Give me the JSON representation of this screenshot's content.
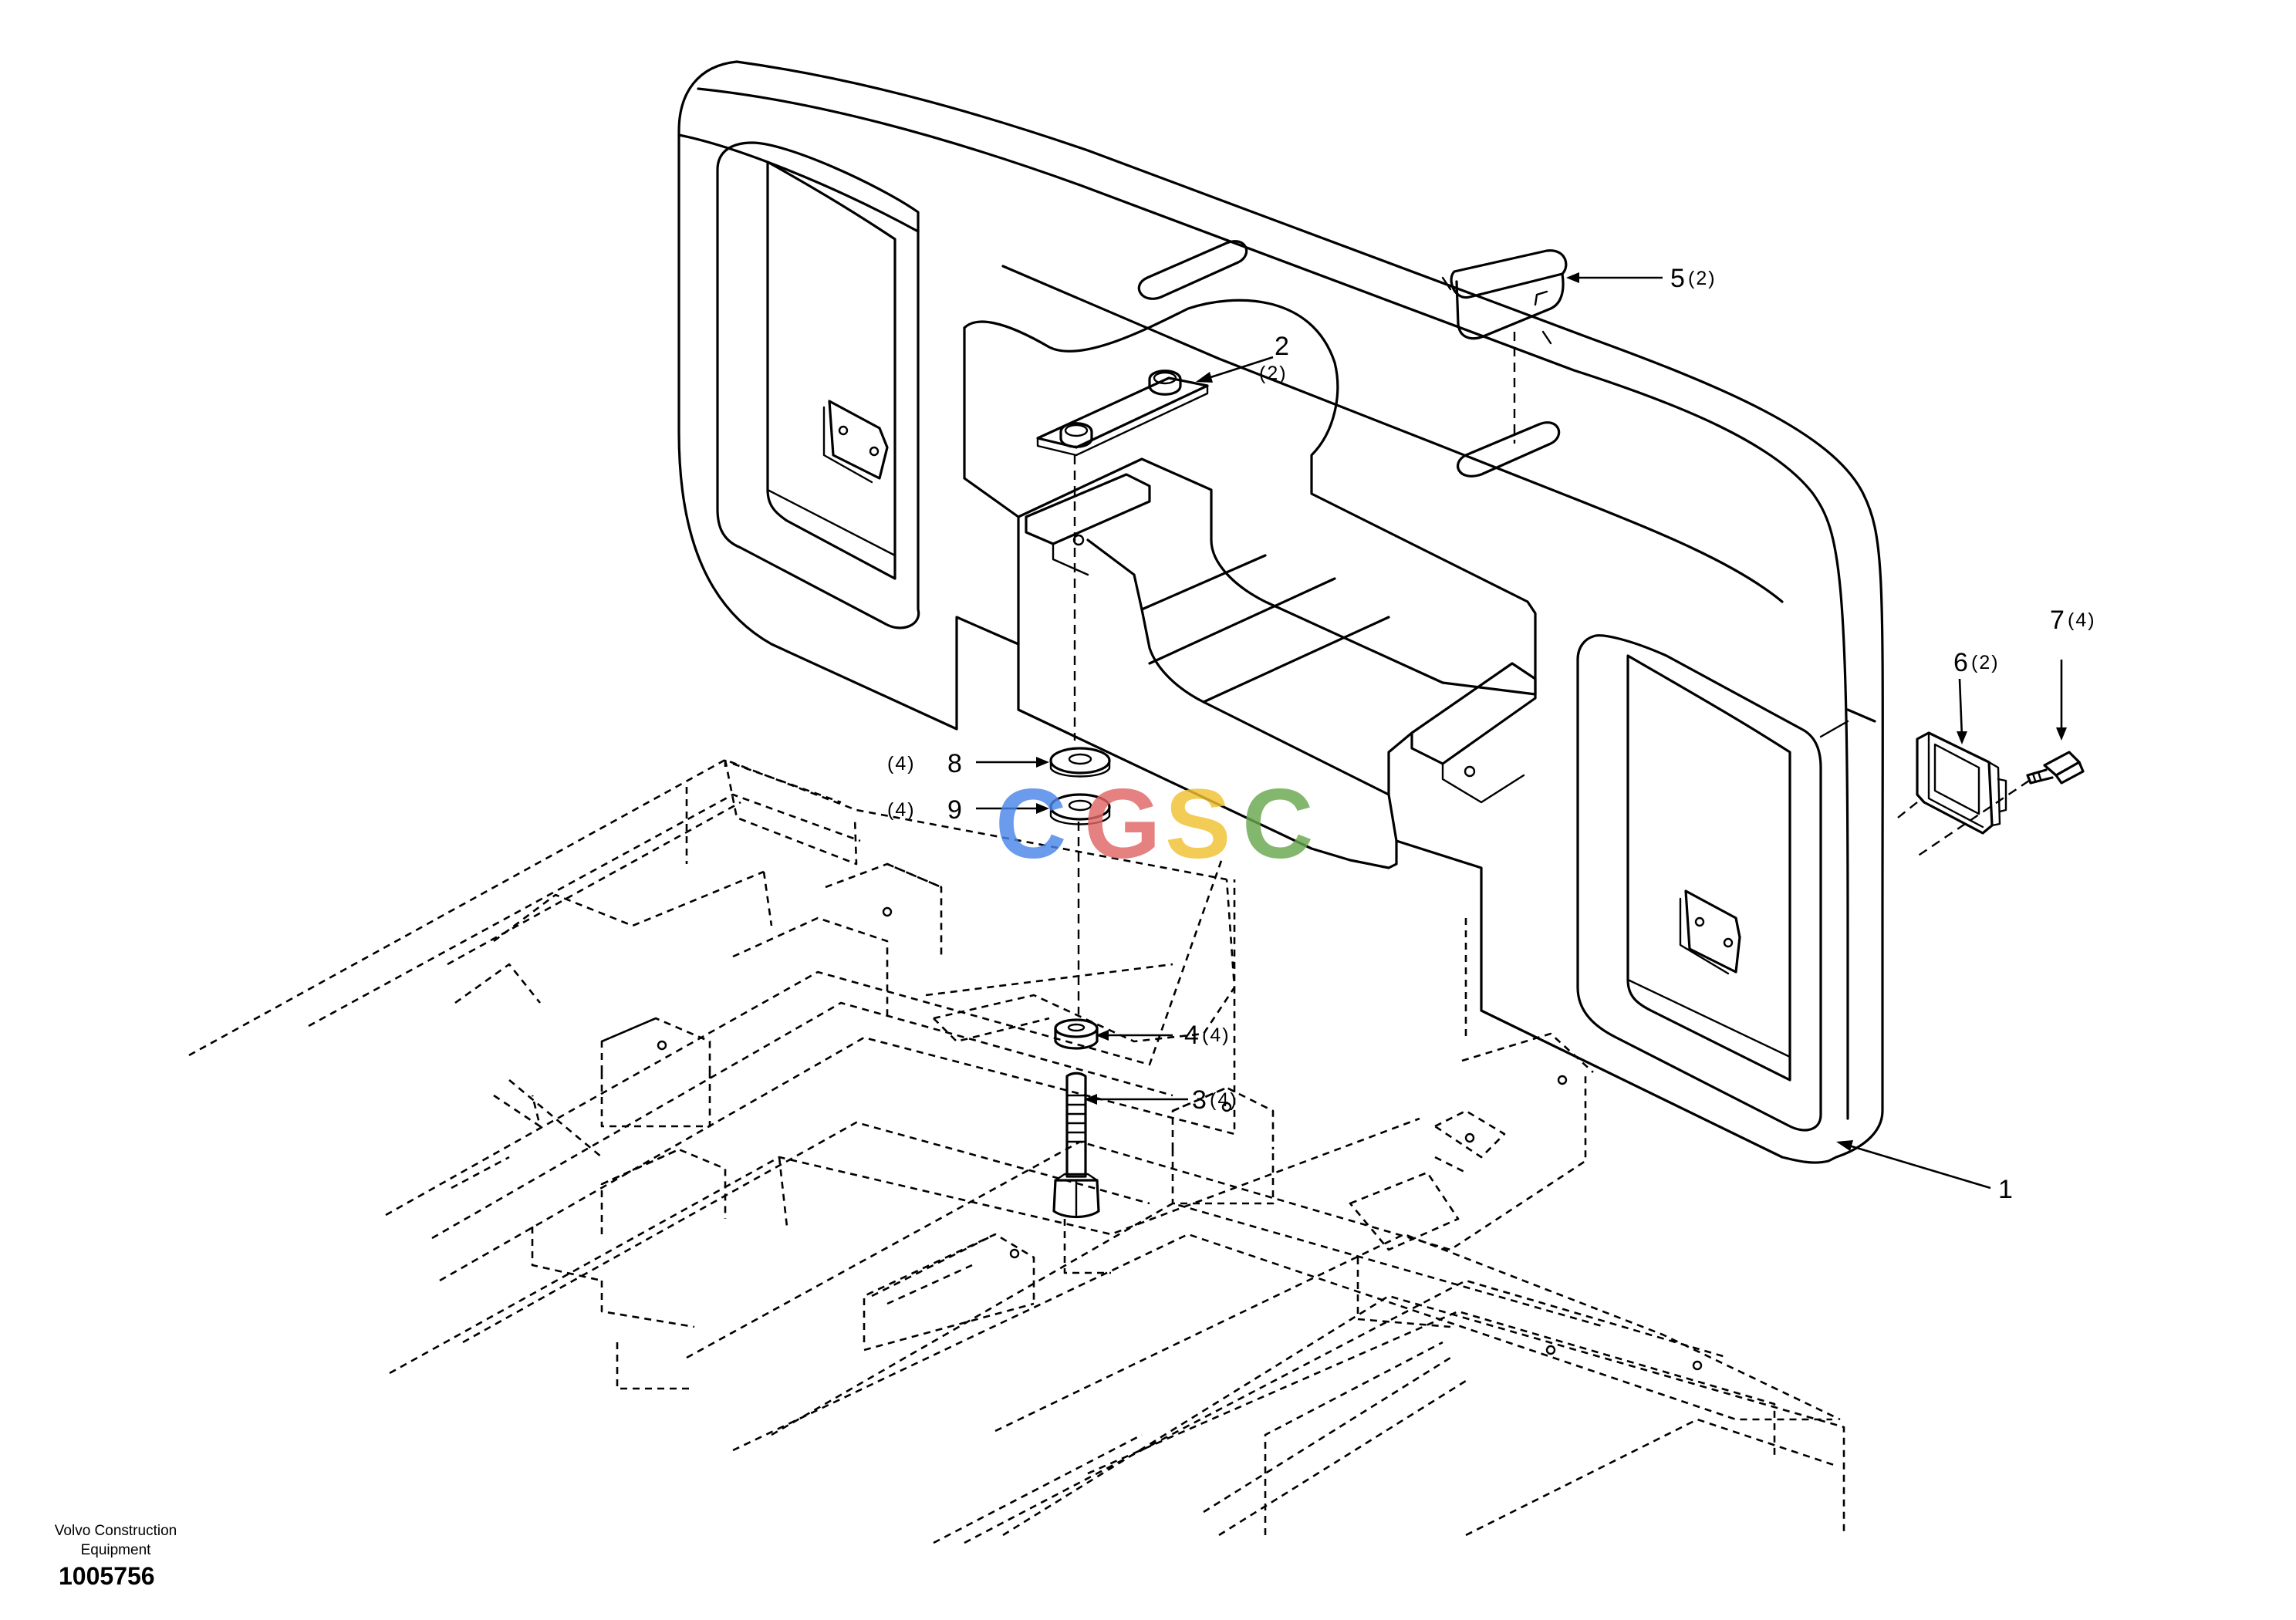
{
  "callouts": [
    {
      "num": "1",
      "qty": ""
    },
    {
      "num": "2",
      "qty": "(2)"
    },
    {
      "num": "3",
      "qty": "(4)"
    },
    {
      "num": "4",
      "qty": "(4)"
    },
    {
      "num": "5",
      "qty": "(2)"
    },
    {
      "num": "6",
      "qty": "(2)"
    },
    {
      "num": "7",
      "qty": "(4)"
    },
    {
      "num": "8",
      "qty": "(4)"
    },
    {
      "num": "9",
      "qty": "(4)"
    }
  ],
  "watermark": {
    "letters": [
      "C",
      "G",
      "S",
      "C"
    ],
    "colors": [
      "#4a86e8",
      "#e06666",
      "#f1c232",
      "#6aa84f"
    ]
  },
  "footer": {
    "manufacturer_line1": "Volvo Construction",
    "manufacturer_line2": "Equipment",
    "drawing_number": "1005756"
  }
}
